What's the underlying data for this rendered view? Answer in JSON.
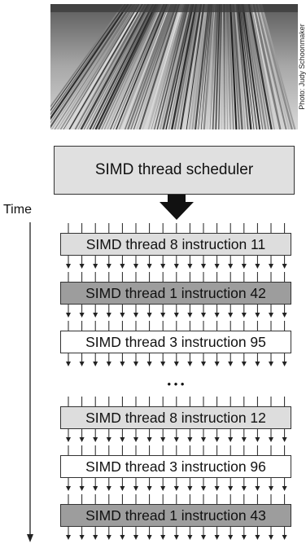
{
  "photo_credit": "Photo: Judy Schoonmaker",
  "scheduler_label": "SIMD thread scheduler",
  "time_label": "Time",
  "ellipsis": "• • •",
  "instructions": [
    {
      "label": "SIMD thread 8 instruction 11",
      "shade": "light"
    },
    {
      "label": "SIMD thread 1 instruction 42",
      "shade": "dark"
    },
    {
      "label": "SIMD thread 3 instruction 95",
      "shade": "white"
    },
    {
      "label": "SIMD thread 8 instruction 12",
      "shade": "light"
    },
    {
      "label": "SIMD thread 3 instruction 96",
      "shade": "white"
    },
    {
      "label": "SIMD thread 1 instruction 43",
      "shade": "dark"
    }
  ],
  "colors": {
    "light_box": "#dddddd",
    "dark_box": "#9d9d9d",
    "line": "#222222"
  }
}
